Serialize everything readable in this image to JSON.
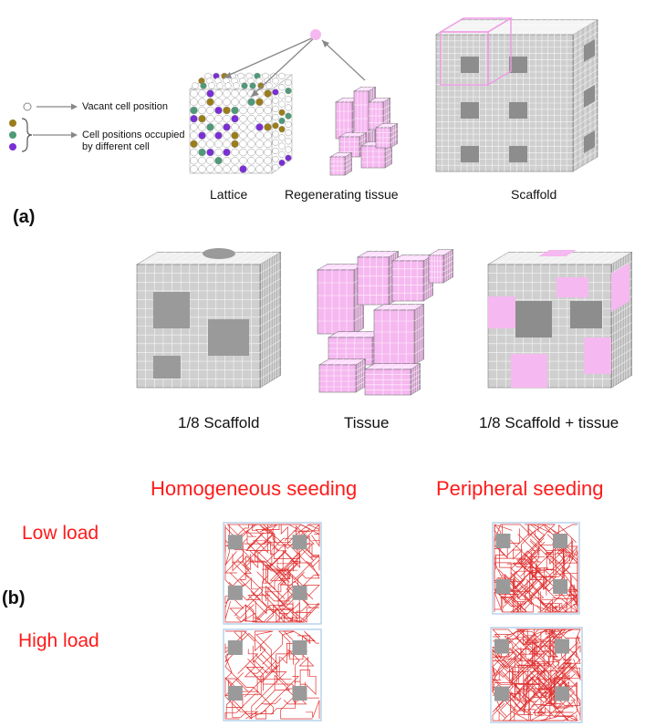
{
  "panel_a": {
    "panel_label": "(a)",
    "legend": {
      "vacant": "Vacant cell position",
      "occupied": "Cell positions occupied by different cell"
    },
    "labels": {
      "lattice": "Lattice",
      "regenerating_tissue": "Regenerating tissue",
      "scaffold": "Scaffold"
    },
    "colors": {
      "tissue_pink": "#f6b8f0",
      "scaffold_gray": "#c8c8c8",
      "cell_gold": "#9b7d1a",
      "cell_teal": "#4f9a78",
      "cell_purple": "#7a2fd6"
    }
  },
  "middle": {
    "labels": {
      "scaffold_eighth": "1/8 Scaffold",
      "tissue": "Tissue",
      "scaffold_plus_tissue": "1/8 Scaffold + tissue"
    }
  },
  "panel_b": {
    "panel_label": "(b)",
    "columns": [
      "Homogeneous seeding",
      "Peripheral seeding"
    ],
    "rows": [
      "Low load",
      "High load"
    ],
    "colors": {
      "label_red": "#ff1a1a",
      "trace_red": "#e03030",
      "frame_blue": "#a7c7e7"
    }
  }
}
